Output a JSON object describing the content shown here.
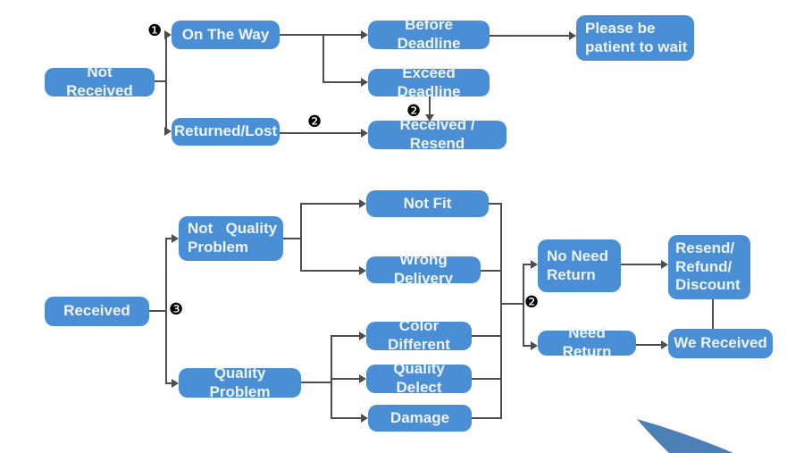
{
  "diagram": {
    "nodes": {
      "not_received": "Not   Received",
      "on_the_way": "On The Way",
      "returned_lost": "Returned/Lost",
      "before_deadline": "Before Deadline",
      "exceed_deadline": "Exceed Deadline",
      "received_resend": "Recelved / Resend",
      "please_wait": "Please be\npatient to wait",
      "received": "Received",
      "not_quality_problem": "Not   Quality\nProblem",
      "quality_problem": "Quality Problem",
      "not_fit": "Not Fit",
      "wrong_delivery": "Wrong Delivery",
      "color_different": "Color Different",
      "quality_delect": "Quality Delect",
      "damage": "Damage",
      "no_need_return": "No Need\nReturn",
      "need_return": "Need Return",
      "resend_refund_discount": "Resend/\nRefund/\nDiscount",
      "we_received": "We Received"
    },
    "markers": {
      "one": "❶",
      "two": "❷",
      "three": "❸"
    },
    "colors": {
      "node_fill": "#4a8fd6",
      "node_text": "#eef4fb",
      "connector": "#4d4d4d",
      "swoosh": "#4c7fb5"
    }
  }
}
